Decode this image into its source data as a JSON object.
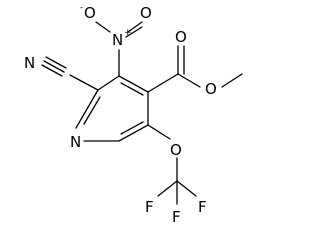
{
  "atoms": {
    "ring_n": "N",
    "cyano_n": "N",
    "nitro_n": "N",
    "nitro_n_charge": "+",
    "nitro_o_left": "O",
    "nitro_o_left_charge": "-",
    "nitro_o_right": "O",
    "carbonyl_o": "O",
    "ester_o": "O",
    "ether_o": "O",
    "fluorine_1": "F",
    "fluorine_2": "F",
    "fluorine_3": "F"
  },
  "colors": {
    "bond": "#000000",
    "label": "#000000",
    "background": "#ffffff"
  }
}
